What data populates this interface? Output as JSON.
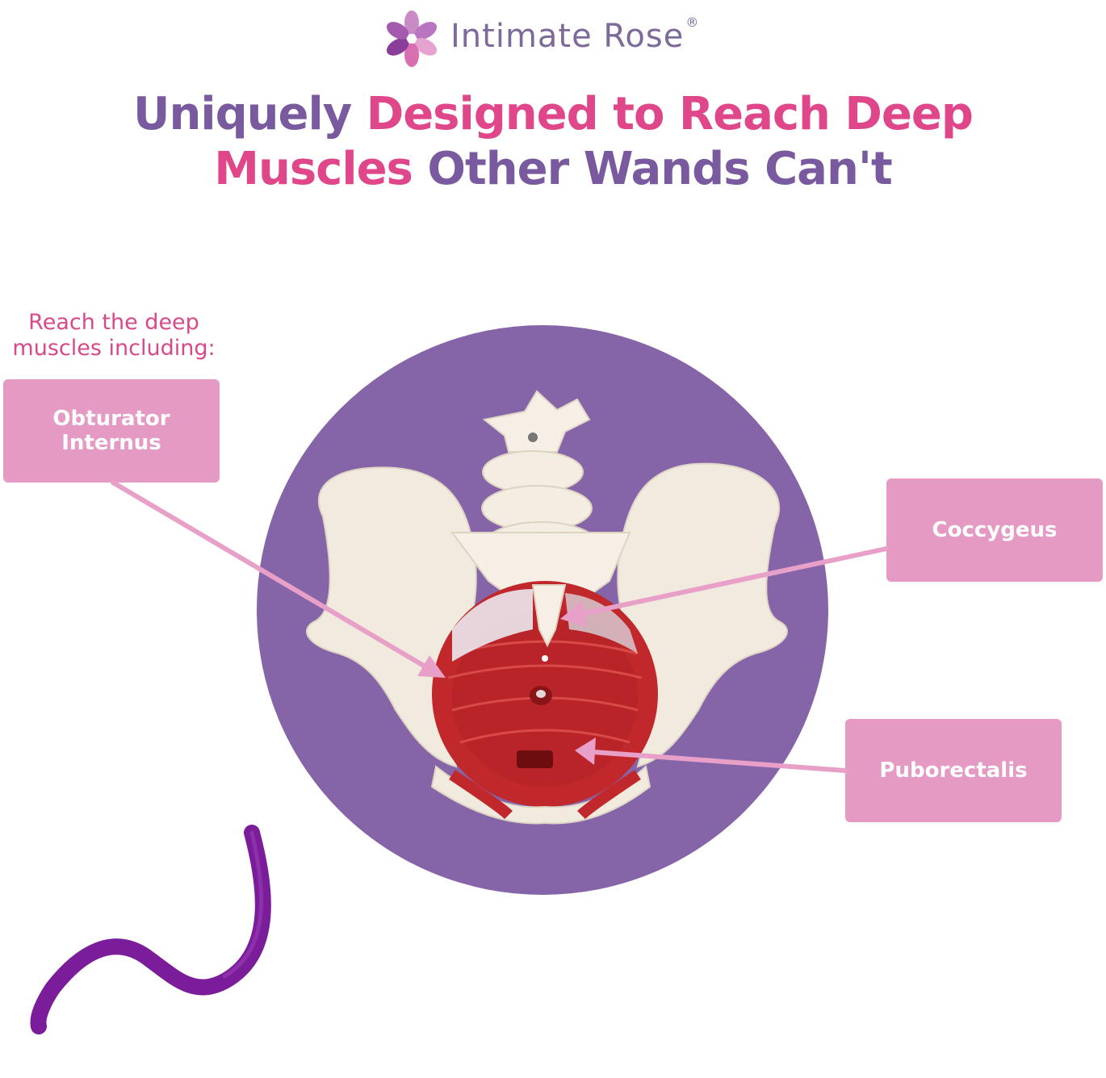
{
  "brand": {
    "name": "Intimate Rose",
    "registered": "®"
  },
  "headline": {
    "line1_purple": "Uniquely",
    "line1_pink": "Designed to Reach Deep",
    "line2_pink": "Muscles",
    "line2_purple": "Other Wands Can't"
  },
  "intro": {
    "line1": "Reach the deep",
    "line2": "muscles including:"
  },
  "labels": {
    "obturator_line1": "Obturator",
    "obturator_line2": "Internus",
    "coccygeus": "Coccygeus",
    "puborectalis": "Puborectalis"
  },
  "colors": {
    "purple": "#7a5a9e",
    "pink": "#e0468a",
    "circle": "#8664a8",
    "label_bg": "#e59ac4",
    "arrow": "#e8a0c8",
    "wand": "#7b1c9a",
    "muscle": "#c1282b",
    "bone": "#f3ede2"
  },
  "icons": {
    "logo": "flower-logo-icon",
    "product": "curved-wand-icon"
  }
}
